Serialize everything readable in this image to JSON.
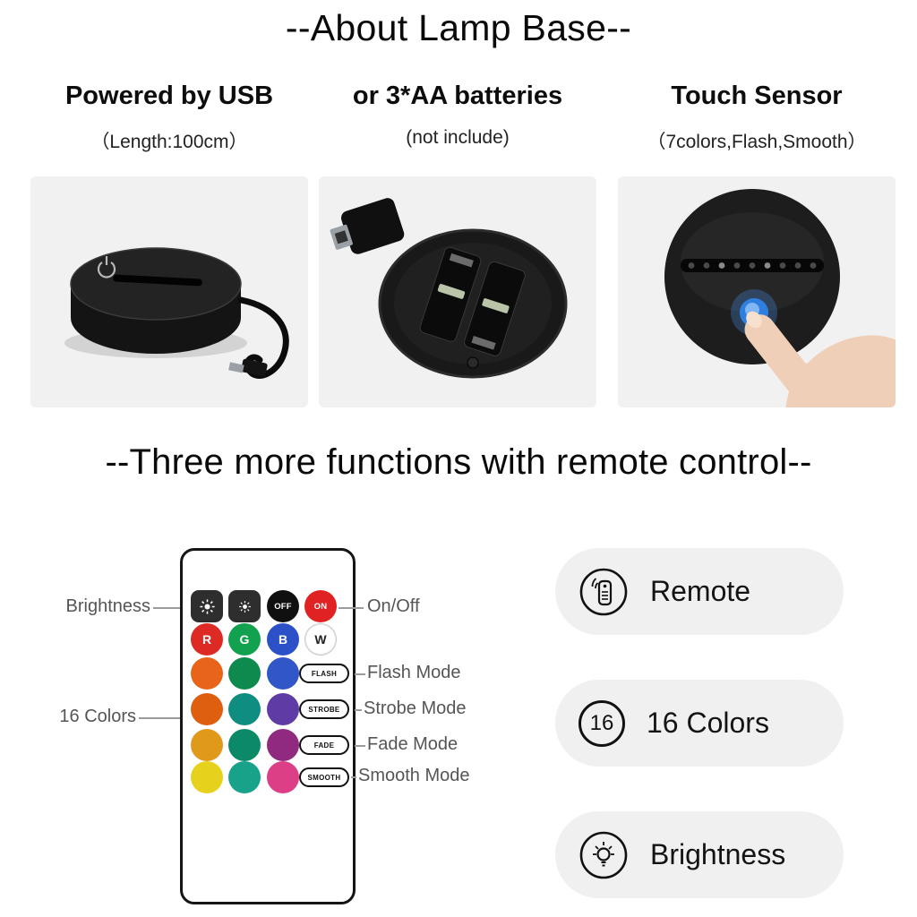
{
  "page": {
    "title": "--About Lamp Base--",
    "section_title": "--Three more functions with remote control--"
  },
  "panels": [
    {
      "heading": "Powered by USB",
      "subheading": "（Length:100cm）"
    },
    {
      "heading": "or 3*AA batteries",
      "subheading": "(not include)"
    },
    {
      "heading": "Touch Sensor",
      "subheading": "（7colors,Flash,Smooth）"
    }
  ],
  "remote": {
    "off_label": "OFF",
    "on_label": "ON",
    "color_keys": [
      "R",
      "G",
      "B",
      "W"
    ],
    "mode_buttons": [
      "FLASH",
      "STROBE",
      "FADE",
      "SMOOTH"
    ],
    "colors": {
      "off": "#101010",
      "on": "#e02222",
      "r": "#dd2a24",
      "g": "#12a14e",
      "b": "#2b50c8",
      "w": "#ffffff",
      "dim_button": "#2e2e2e"
    },
    "color_grid": [
      "#e8641a",
      "#0f8a4f",
      "#3156c8",
      "#df5f10",
      "#0e8d80",
      "#5f3ba6",
      "#e1991b",
      "#0c8a68",
      "#8f2a80",
      "#e6d21c",
      "#18a28a",
      "#dd3f86"
    ]
  },
  "callouts": {
    "brightness": "Brightness",
    "on_off": "On/Off",
    "flash": "Flash Mode",
    "strobe": "Strobe Mode",
    "fade": "Fade Mode",
    "smooth": "Smooth Mode",
    "sixteen": "16 Colors"
  },
  "features": [
    {
      "label": "Remote"
    },
    {
      "label": "16 Colors",
      "badge": "16"
    },
    {
      "label": "Brightness"
    }
  ]
}
